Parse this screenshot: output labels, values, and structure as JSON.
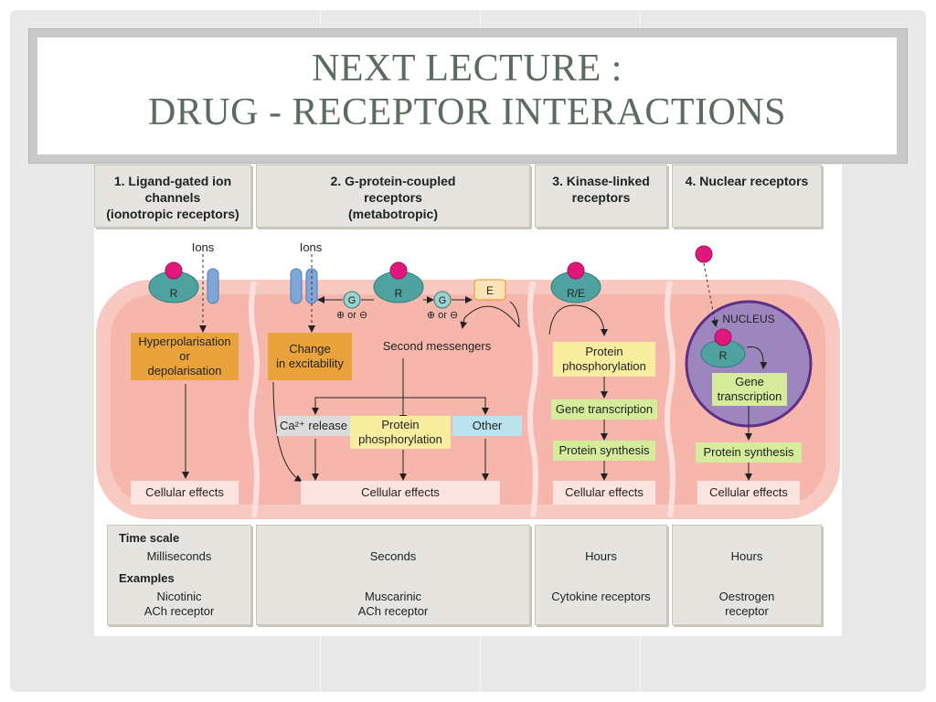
{
  "title": {
    "line1": "NEXT LECTURE :",
    "line2": "DRUG - RECEPTOR INTERACTIONS"
  },
  "headers": [
    {
      "line1": "1. Ligand-gated ion",
      "line2": "channels",
      "line3": "(ionotropic receptors)"
    },
    {
      "line1": "2. G-protein-coupled",
      "line2": "receptors",
      "line3": "(metabotropic)"
    },
    {
      "line1": "3. Kinase-linked",
      "line2": "receptors",
      "line3": ""
    },
    {
      "line1": "4. Nuclear receptors",
      "line2": "",
      "line3": ""
    }
  ],
  "diagram": {
    "ions1": "Ions",
    "ions2": "Ions",
    "r1": "R",
    "r2": "R",
    "re": "R/E",
    "r4": "R",
    "e": "E",
    "g1": "G",
    "g2": "G",
    "plusminus": "⊕ or ⊖",
    "hyperpol": {
      "l1": "Hyperpolarisation",
      "l2": "or",
      "l3": "depolarisation"
    },
    "change": {
      "l1": "Change",
      "l2": "in excitability"
    },
    "second_messengers": "Second messengers",
    "ca_release": "Ca²⁺ release",
    "protein_phos": {
      "l1": "Protein",
      "l2": "phosphorylation"
    },
    "other": "Other",
    "protein_phos3": {
      "l1": "Protein",
      "l2": "phosphorylation"
    },
    "gene_transcription3": "Gene transcription",
    "protein_synthesis3": "Protein synthesis",
    "nucleus": "NUCLEUS",
    "gene_transcription4": {
      "l1": "Gene",
      "l2": "transcription"
    },
    "protein_synthesis4": "Protein synthesis",
    "cellular_effects": "Cellular effects"
  },
  "footer": {
    "time_scale_label": "Time scale",
    "examples_label": "Examples",
    "cols": [
      {
        "time": "Milliseconds",
        "ex1": "Nicotinic",
        "ex2": "ACh receptor"
      },
      {
        "time": "Seconds",
        "ex1": "Muscarinic",
        "ex2": "ACh receptor"
      },
      {
        "time": "Hours",
        "ex1": "Cytokine receptors",
        "ex2": ""
      },
      {
        "time": "Hours",
        "ex1": "Oestrogen",
        "ex2": "receptor"
      }
    ]
  }
}
